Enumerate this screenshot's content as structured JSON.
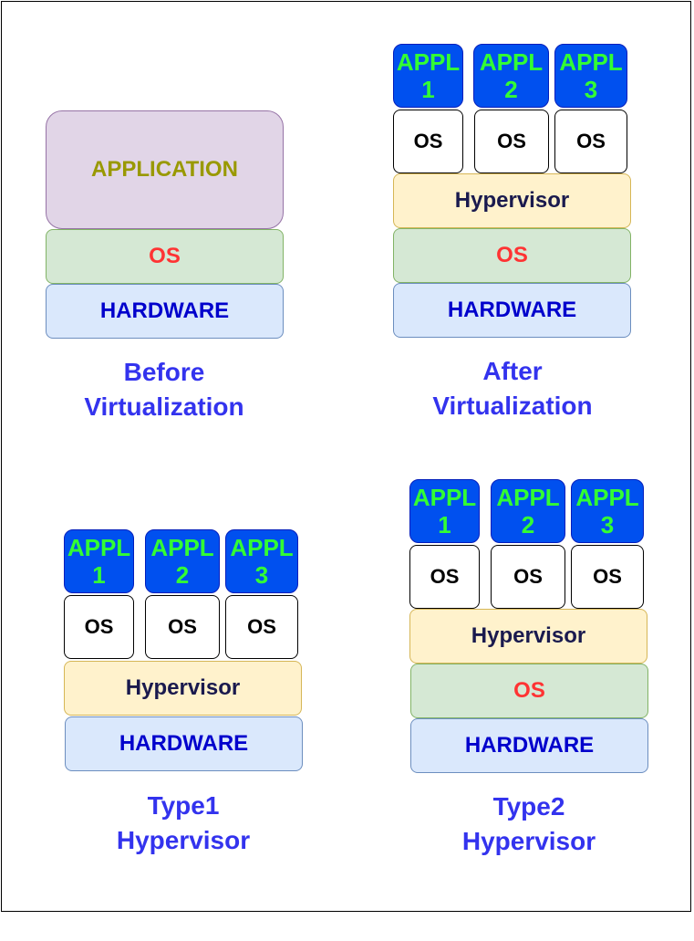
{
  "before": {
    "application": "APPLICATION",
    "os": "OS",
    "hardware": "HARDWARE",
    "caption": [
      "Before",
      "Virtualization"
    ]
  },
  "after": {
    "apps": [
      [
        "APPL",
        "1"
      ],
      [
        "APPL",
        "2"
      ],
      [
        "APPL",
        "3"
      ]
    ],
    "guest_os": [
      "OS",
      "OS",
      "OS"
    ],
    "hypervisor": "Hypervisor",
    "host_os": "OS",
    "hardware": "HARDWARE",
    "caption": [
      "After",
      "Virtualization"
    ]
  },
  "type1": {
    "apps": [
      [
        "APPL",
        "1"
      ],
      [
        "APPL",
        "2"
      ],
      [
        "APPL",
        "3"
      ]
    ],
    "guest_os": [
      "OS",
      "OS",
      "OS"
    ],
    "hypervisor": "Hypervisor",
    "hardware": "HARDWARE",
    "caption": [
      "Type1",
      "Hypervisor"
    ]
  },
  "type2": {
    "apps": [
      [
        "APPL",
        "1"
      ],
      [
        "APPL",
        "2"
      ],
      [
        "APPL",
        "3"
      ]
    ],
    "guest_os": [
      "OS",
      "OS",
      "OS"
    ],
    "hypervisor": "Hypervisor",
    "host_os": "OS",
    "hardware": "HARDWARE",
    "caption": [
      "Type2",
      "Hypervisor"
    ]
  },
  "colors": {
    "application_fill": "#e1d5e7",
    "application_text": "#999900",
    "os_fill": "#d5e8d4",
    "os_text": "#ff3333",
    "hardware_fill": "#dae8fc",
    "hardware_text": "#0000cc",
    "hypervisor_fill": "#fff2cc",
    "appl_fill": "#0050ef",
    "appl_text": "#33ff33",
    "caption_text": "#3333ee"
  }
}
